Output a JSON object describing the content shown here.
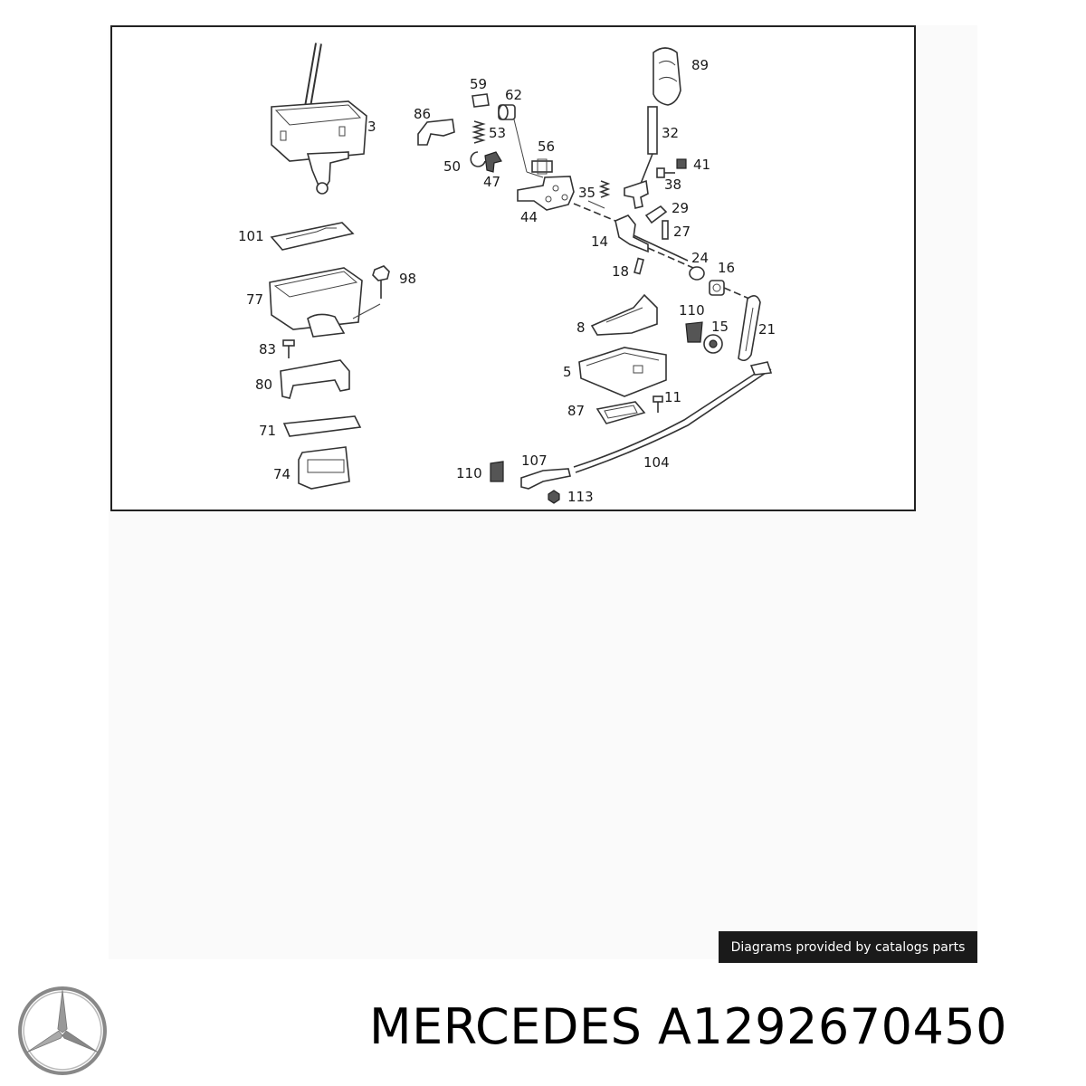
{
  "diagram": {
    "labels": [
      "3",
      "59",
      "62",
      "86",
      "53",
      "56",
      "89",
      "32",
      "41",
      "50",
      "47",
      "38",
      "35",
      "44",
      "29",
      "27",
      "14",
      "101",
      "98",
      "24",
      "16",
      "18",
      "77",
      "110",
      "15",
      "21",
      "8",
      "83",
      "5",
      "11",
      "80",
      "87",
      "71",
      "104",
      "110",
      "107",
      "74",
      "113"
    ]
  },
  "credit": {
    "text": "Diagrams provided by catalogs parts"
  },
  "footer": {
    "brand": "MERCEDES",
    "part_number": "A1292670450",
    "logo_icon": "mercedes-star-icon"
  }
}
